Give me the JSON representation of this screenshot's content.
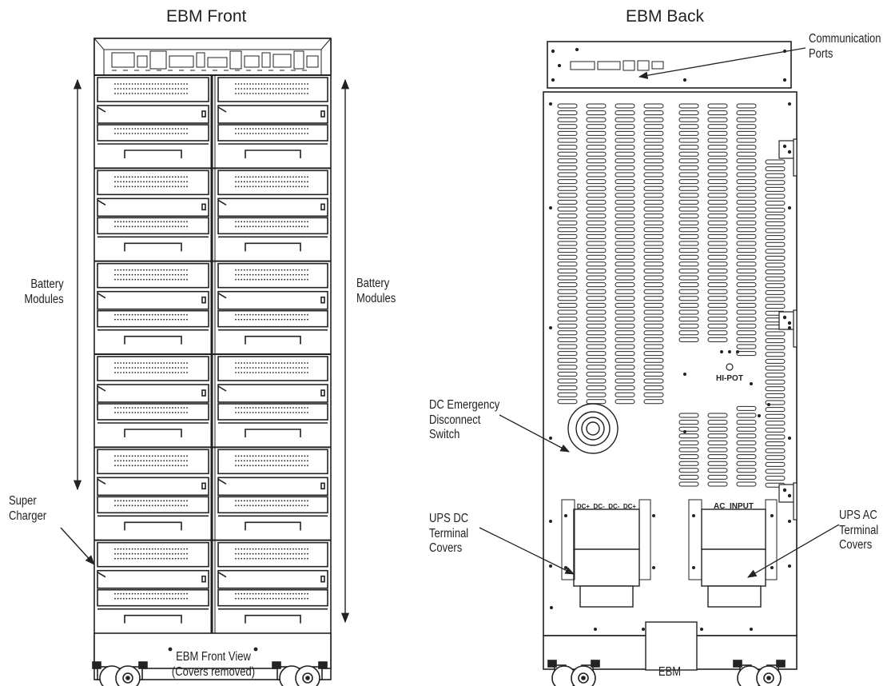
{
  "titles": {
    "front": "EBM Front",
    "back": "EBM Back"
  },
  "front_labels": {
    "battery_modules_left": [
      "Battery",
      "Modules"
    ],
    "battery_modules_right": [
      "Battery",
      "Modules"
    ],
    "super_charger": [
      "Super",
      "Charger"
    ],
    "caption": [
      "EBM Front View",
      "(Covers removed)"
    ]
  },
  "back_labels": {
    "communication_ports": [
      "Communication",
      "Ports"
    ],
    "dc_emergency": [
      "DC Emergency",
      "Disconnect",
      "Switch"
    ],
    "ups_dc": [
      "UPS DC",
      "Terminal",
      "Covers"
    ],
    "ups_ac": [
      "UPS AC",
      "Terminal",
      "Covers"
    ],
    "caption": "EBM",
    "hipot": "HI-POT",
    "dc_terminals": "DC+  DC-  DC-  DC+",
    "ac_input": "AC  INPUT"
  },
  "front_panel": {
    "rows": 6,
    "columns": 2
  },
  "back_panel": {
    "vent_columns": 8
  }
}
